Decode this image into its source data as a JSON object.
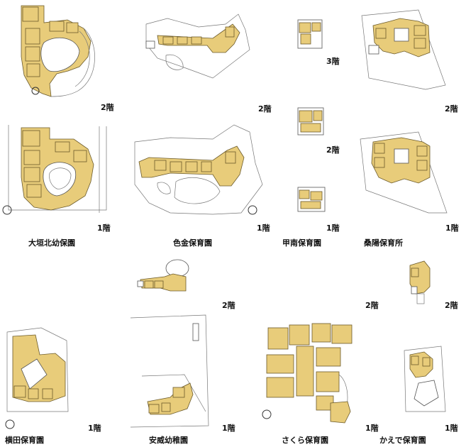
{
  "floor_labels": {
    "f1": "1階",
    "f2": "2階",
    "f3": "3階"
  },
  "facilities": [
    {
      "name": "大垣北幼保園"
    },
    {
      "name": "色金保育園"
    },
    {
      "name": "甲南保育園"
    },
    {
      "name": "桑陽保育所"
    },
    {
      "name": "横田保育園"
    },
    {
      "name": "安威幼稚園"
    },
    {
      "name": "さくら保育園"
    },
    {
      "name": "かえで保育園"
    }
  ],
  "colors": {
    "room_fill": "#e8cc7a",
    "outline": "#6b5a2a",
    "background": "#ffffff"
  }
}
